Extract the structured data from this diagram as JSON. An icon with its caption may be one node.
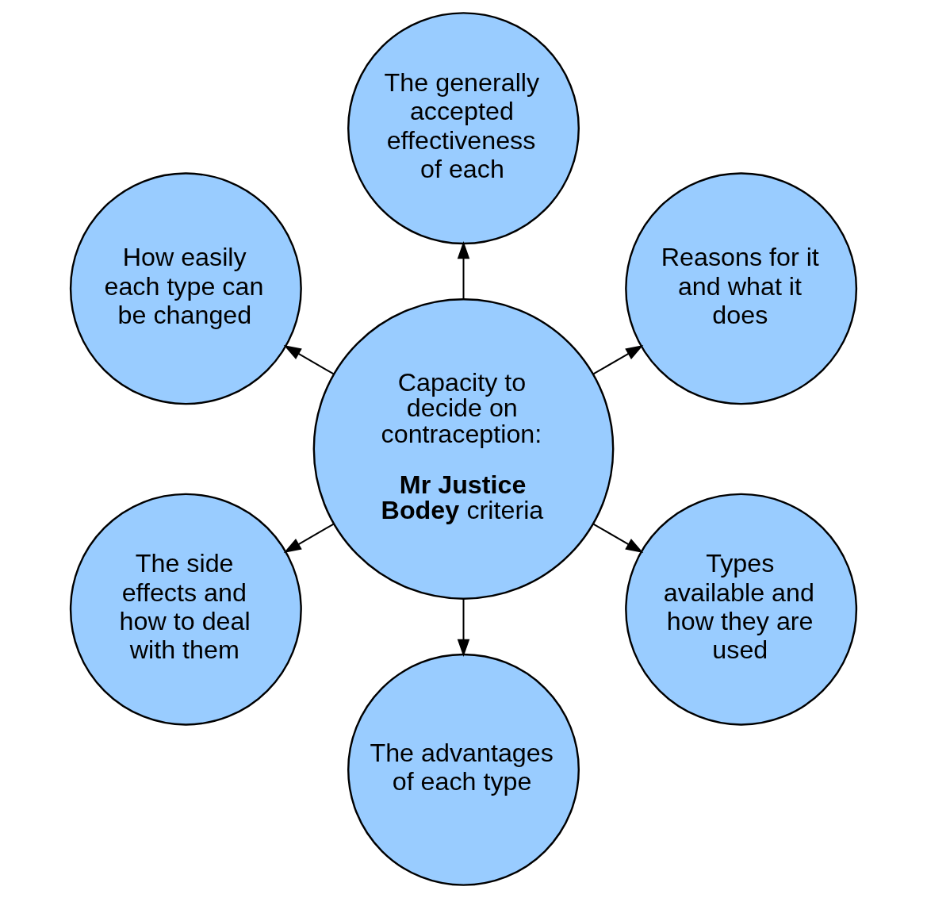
{
  "diagram": {
    "nodes": [
      {
        "text": [
          "The generally accepted effectiveness of each"
        ]
      },
      {
        "text": [
          "How easily each type can be changed"
        ]
      },
      {
        "text": [
          "Reasons for it and what it does"
        ]
      },
      {
        "text": [
          "Capacity to decide on contraception:",
          "**Mr Justice Bodey** criteria"
        ]
      },
      {
        "text": [
          "Types available and how they are used"
        ]
      },
      {
        "text": [
          "The side effects and how to deal with them"
        ]
      },
      {
        "text": [
          "The advantages of each type"
        ]
      }
    ],
    "edges": [
      {
        "from": 3,
        "to": 0,
        "arrow": "to"
      },
      {
        "from": 3,
        "to": 2,
        "arrow": "to"
      },
      {
        "from": 3,
        "to": 4,
        "arrow": "to"
      },
      {
        "from": 3,
        "to": 6,
        "arrow": "to"
      },
      {
        "from": 3,
        "to": 5,
        "arrow": "to"
      },
      {
        "from": 3,
        "to": 1,
        "arrow": "to"
      }
    ]
  }
}
